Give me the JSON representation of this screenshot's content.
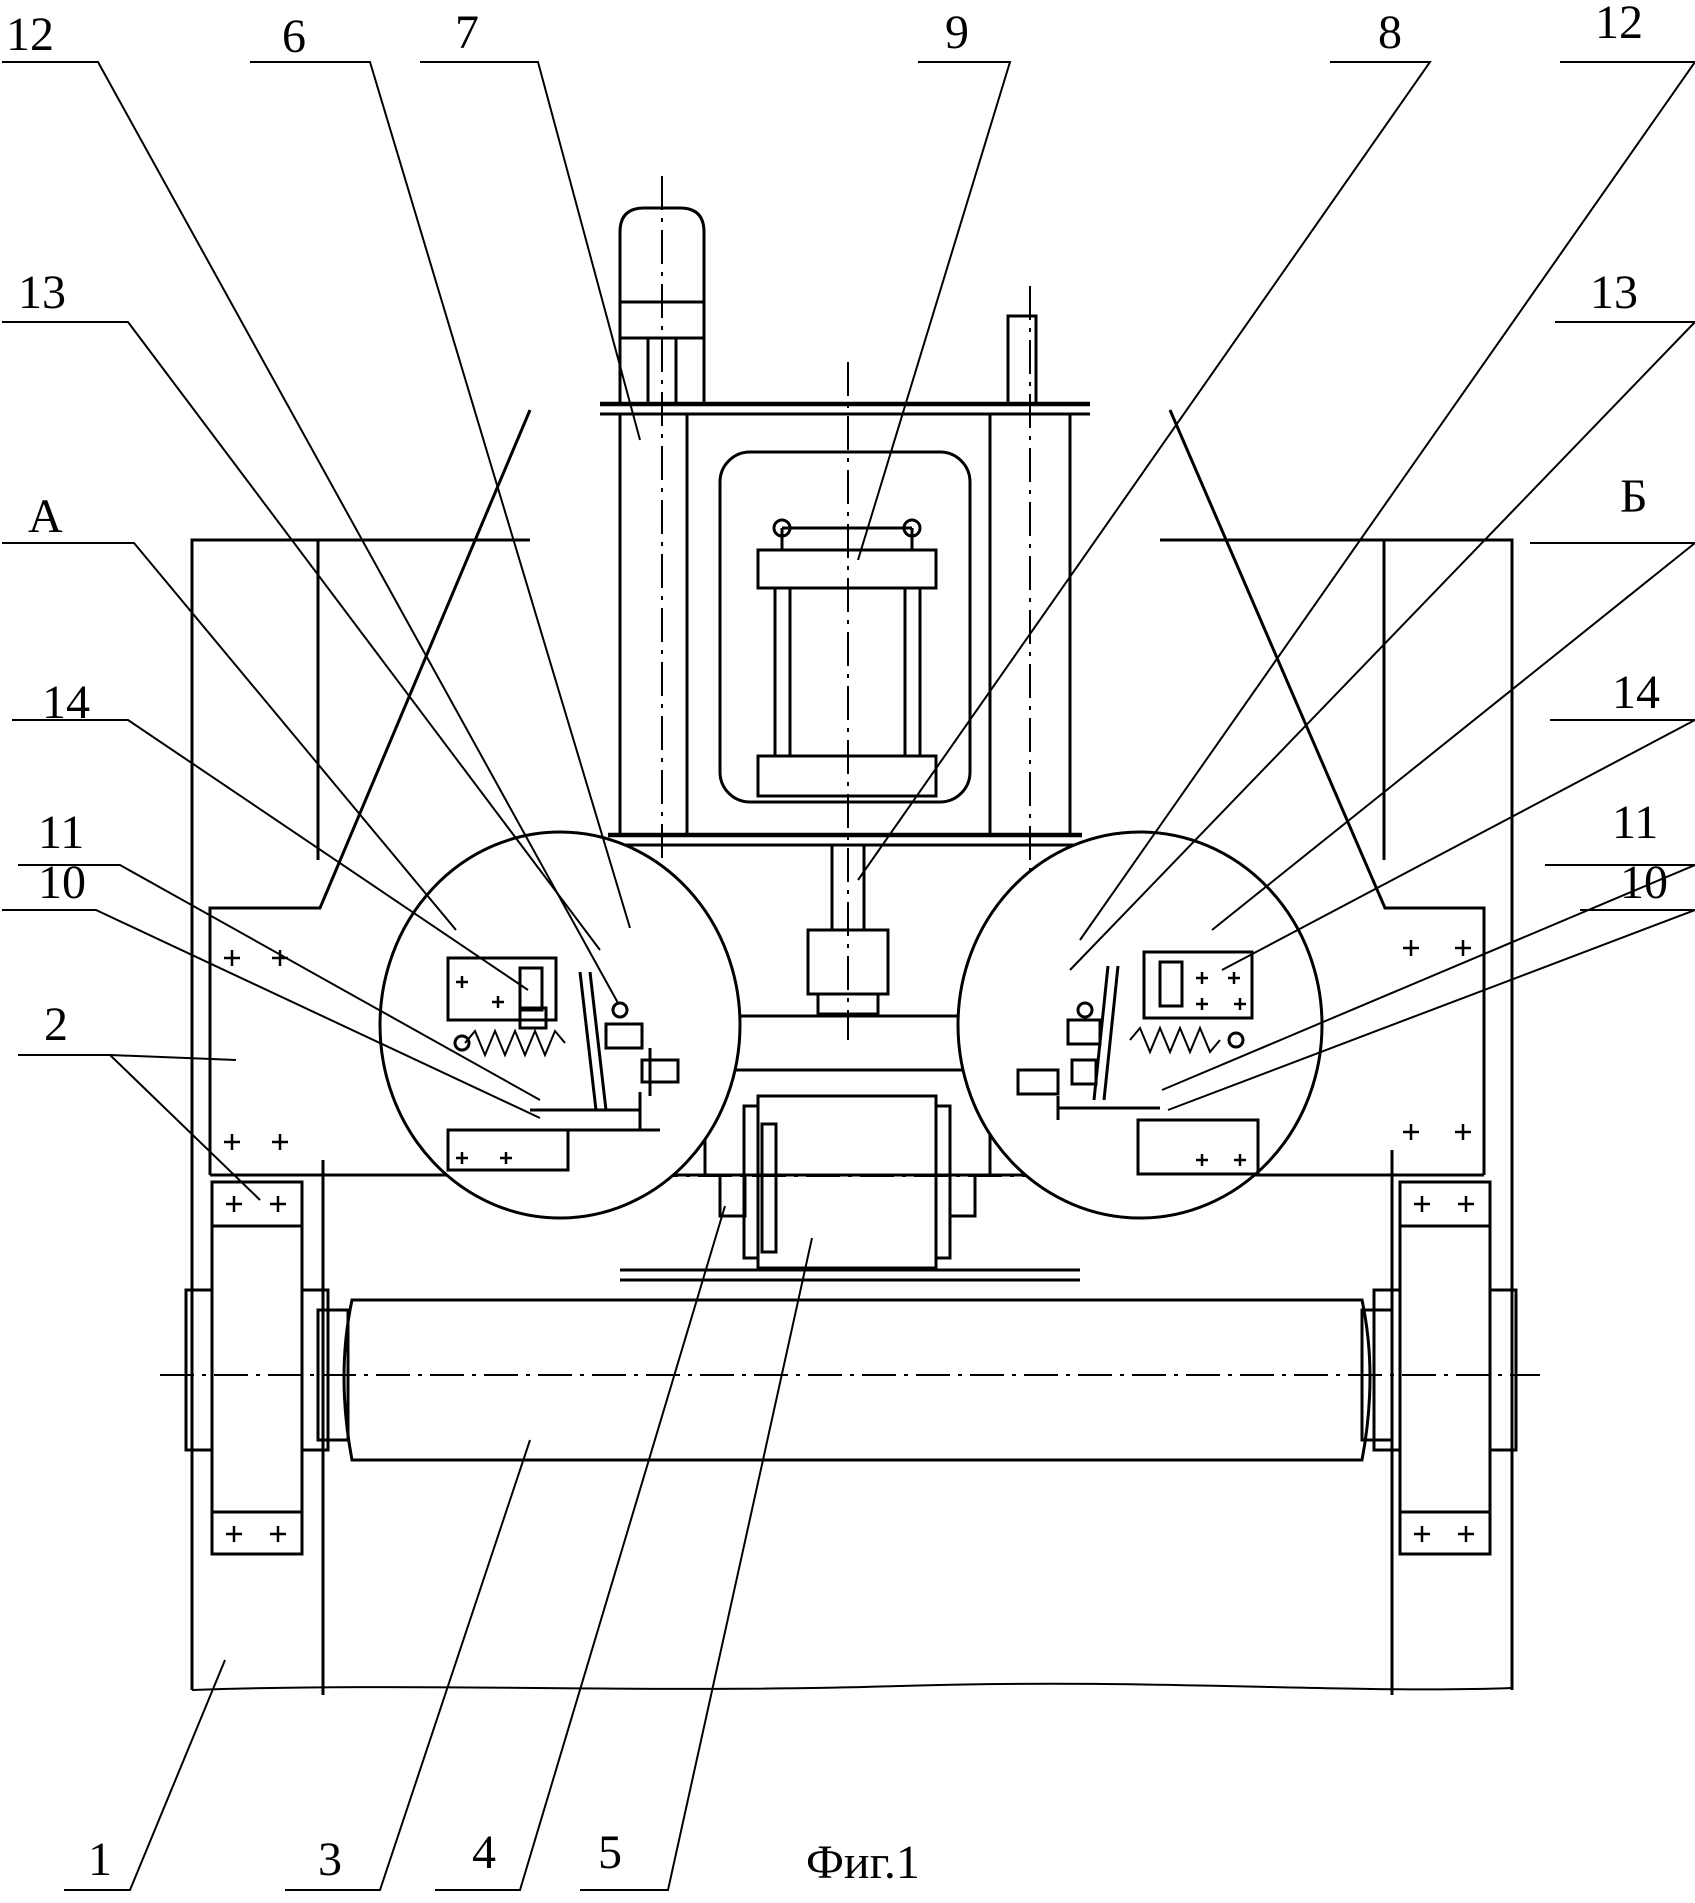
{
  "figure": {
    "caption": "Фиг.1"
  },
  "callouts": [
    {
      "id": "c12l",
      "text": "12"
    },
    {
      "id": "c6",
      "text": "6"
    },
    {
      "id": "c7",
      "text": "7"
    },
    {
      "id": "c9",
      "text": "9"
    },
    {
      "id": "c8",
      "text": "8"
    },
    {
      "id": "c12r",
      "text": "12"
    },
    {
      "id": "c13l",
      "text": "13"
    },
    {
      "id": "c13r",
      "text": "13"
    },
    {
      "id": "cA",
      "text": "А"
    },
    {
      "id": "cB",
      "text": "Б"
    },
    {
      "id": "c14l",
      "text": "14"
    },
    {
      "id": "c14r",
      "text": "14"
    },
    {
      "id": "c11l",
      "text": "11"
    },
    {
      "id": "c11r",
      "text": "11"
    },
    {
      "id": "c10l",
      "text": "10"
    },
    {
      "id": "c10r",
      "text": "10"
    },
    {
      "id": "c2",
      "text": "2"
    },
    {
      "id": "c1",
      "text": "1"
    },
    {
      "id": "c3",
      "text": "3"
    },
    {
      "id": "c4",
      "text": "4"
    },
    {
      "id": "c5",
      "text": "5"
    }
  ]
}
